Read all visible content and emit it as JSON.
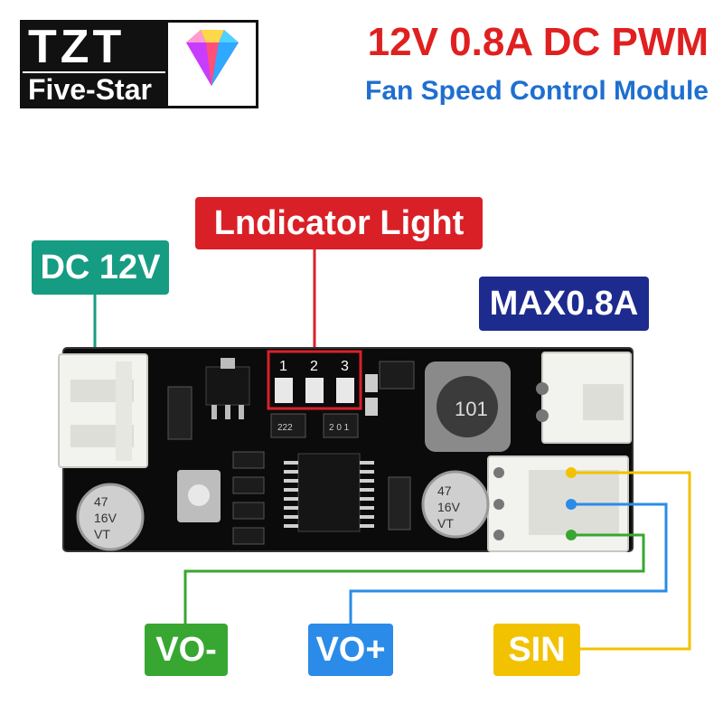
{
  "logo": {
    "line1": "TZT",
    "line2": "Five-Star"
  },
  "title": {
    "line1": "12V 0.8A DC PWM",
    "line2": "Fan Speed Control Module"
  },
  "labels": {
    "indicator": "Lndicator Light",
    "dc": "DC 12V",
    "max": "MAX0.8A",
    "vo_minus": "VO-",
    "vo_plus": "VO+",
    "sin": "SIN"
  },
  "board": {
    "pins": [
      "1",
      "2",
      "3"
    ],
    "cap1": [
      "47",
      "16V",
      "VT"
    ],
    "cap2": [
      "47",
      "16V",
      "VT"
    ],
    "chip1": "222",
    "chip2": "2 0 1",
    "inductor": "101"
  },
  "colors": {
    "red": "#d92027",
    "green_tag": "#169c82",
    "navy": "#1d2b8f",
    "vo_minus": "#37a732",
    "vo_plus": "#2b8be8",
    "sin": "#f2c200"
  }
}
